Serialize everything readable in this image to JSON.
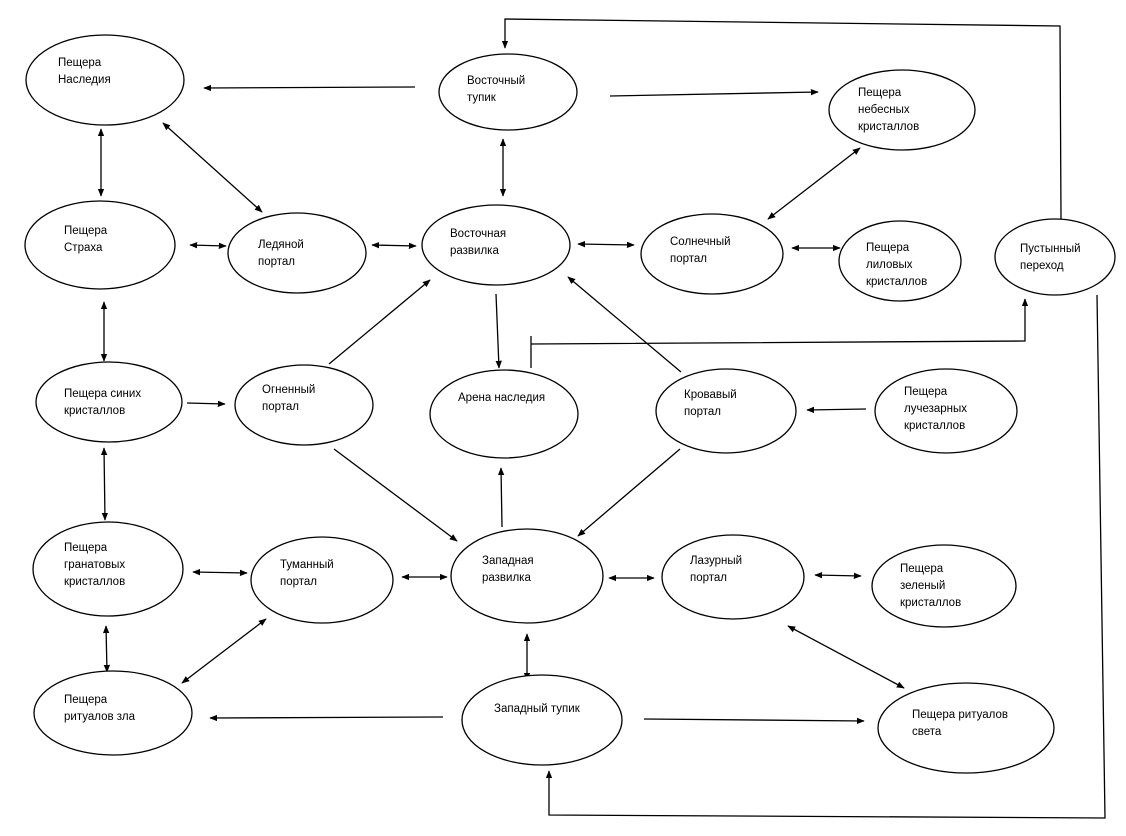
{
  "nodes": [
    {
      "id": "naslediya",
      "lines": [
        "Пещера",
        "Наследия"
      ]
    },
    {
      "id": "vost-tupik",
      "lines": [
        "Восточный",
        "тупик"
      ]
    },
    {
      "id": "nebesnyh",
      "lines": [
        "Пещера",
        "небесных",
        "кристаллов"
      ]
    },
    {
      "id": "straha",
      "lines": [
        "Пещера",
        "Страха"
      ]
    },
    {
      "id": "ledyanoy",
      "lines": [
        "Ледяной",
        "портал"
      ]
    },
    {
      "id": "vost-razvilka",
      "lines": [
        "Восточная",
        "развилка"
      ]
    },
    {
      "id": "solnechny",
      "lines": [
        "Солнечный",
        "портал"
      ]
    },
    {
      "id": "lilovyh",
      "lines": [
        "Пещера",
        "лиловых",
        "кристаллов"
      ]
    },
    {
      "id": "pustynny",
      "lines": [
        "Пустынный",
        "переход"
      ]
    },
    {
      "id": "sinih",
      "lines": [
        "Пещера синих",
        "кристаллов"
      ]
    },
    {
      "id": "ognenny",
      "lines": [
        "Огненный",
        "портал"
      ]
    },
    {
      "id": "arena",
      "lines": [
        "Арена наследия"
      ]
    },
    {
      "id": "krovavy",
      "lines": [
        "Кровавый",
        "портал"
      ]
    },
    {
      "id": "luchezarnyh",
      "lines": [
        "Пещера",
        "лучезарных",
        "кристаллов"
      ]
    },
    {
      "id": "granatovyh",
      "lines": [
        "Пещера",
        "гранатовых",
        "кристаллов"
      ]
    },
    {
      "id": "tumanny",
      "lines": [
        "Туманный",
        "портал"
      ]
    },
    {
      "id": "zap-razvilka",
      "lines": [
        "Западная",
        "развилка"
      ]
    },
    {
      "id": "lazurny",
      "lines": [
        "Лазурный",
        "портал"
      ]
    },
    {
      "id": "zelenyi",
      "lines": [
        "Пещера",
        "зеленый",
        "кристаллов"
      ]
    },
    {
      "id": "ritualov-zla",
      "lines": [
        "Пещера",
        "ритуалов зла"
      ]
    },
    {
      "id": "zap-tupik",
      "lines": [
        "Западный тупик"
      ]
    },
    {
      "id": "ritualov-sveta",
      "lines": [
        "Пещера ритуалов",
        "света"
      ]
    }
  ],
  "edges": [
    {
      "id": "vost-tupik-to-naslediya",
      "direction": "forward"
    },
    {
      "id": "vost-tupik-to-nebesnyh",
      "direction": "forward"
    },
    {
      "id": "naslediya-straha",
      "direction": "both"
    },
    {
      "id": "naslediya-ledyanoy",
      "direction": "both"
    },
    {
      "id": "vost-tupik-vost-razvilka",
      "direction": "both"
    },
    {
      "id": "nebesnyh-solnechny",
      "direction": "both"
    },
    {
      "id": "straha-ledyanoy",
      "direction": "both"
    },
    {
      "id": "ledyanoy-vost-razvilka",
      "direction": "both"
    },
    {
      "id": "vost-razvilka-solnechny",
      "direction": "both"
    },
    {
      "id": "solnechny-lilovyh",
      "direction": "both"
    },
    {
      "id": "straha-sinih",
      "direction": "both"
    },
    {
      "id": "sinih-to-ognenny",
      "direction": "forward"
    },
    {
      "id": "ognenny-to-vost-razvilka",
      "direction": "forward"
    },
    {
      "id": "vost-razvilka-to-arena",
      "direction": "forward"
    },
    {
      "id": "krovavy-to-vost-razvilka",
      "direction": "forward"
    },
    {
      "id": "luchezarnyh-to-krovavy",
      "direction": "forward"
    },
    {
      "id": "arena-to-pustynny",
      "direction": "forward"
    },
    {
      "id": "pustynny-to-vost-tupik",
      "direction": "forward"
    },
    {
      "id": "pustynny-to-zap-tupik",
      "direction": "forward"
    },
    {
      "id": "sinih-granatovyh",
      "direction": "both"
    },
    {
      "id": "ognenny-to-zap-razvilka",
      "direction": "forward"
    },
    {
      "id": "zap-razvilka-to-arena",
      "direction": "forward"
    },
    {
      "id": "krovavy-to-zap-razvilka",
      "direction": "forward"
    },
    {
      "id": "granatovyh-tumanny",
      "direction": "both"
    },
    {
      "id": "tumanny-zap-razvilka",
      "direction": "both"
    },
    {
      "id": "zap-razvilka-lazurny",
      "direction": "both"
    },
    {
      "id": "lazurny-zelenyi",
      "direction": "both"
    },
    {
      "id": "granatovyh-ritualov-zla",
      "direction": "both"
    },
    {
      "id": "ritualov-zla-tumanny",
      "direction": "both"
    },
    {
      "id": "zap-razvilka-zap-tupik",
      "direction": "both"
    },
    {
      "id": "lazurny-ritualov-sveta",
      "direction": "both"
    },
    {
      "id": "zap-tupik-to-ritualov-zla",
      "direction": "forward"
    },
    {
      "id": "zap-tupik-to-ritualov-sveta",
      "direction": "forward"
    }
  ]
}
